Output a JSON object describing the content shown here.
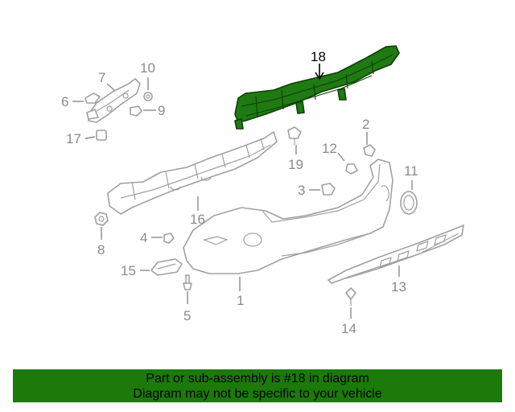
{
  "callouts": {
    "c1": "1",
    "c2": "2",
    "c3": "3",
    "c4": "4",
    "c5": "5",
    "c6": "6",
    "c7": "7",
    "c8": "8",
    "c9": "9",
    "c10": "10",
    "c11": "11",
    "c12": "12",
    "c13": "13",
    "c14": "14",
    "c15": "15",
    "c16": "16",
    "c17": "17",
    "c18": "18",
    "c19": "19"
  },
  "highlighted_part": "18",
  "colors": {
    "highlight": "#1f7a12",
    "banner": "#1b7a0a",
    "line_art": "#a0a0a0"
  },
  "banner": {
    "line1": "Part or sub-assembly is #18 in diagram",
    "line2": "Diagram may not be specific to your vehicle"
  }
}
